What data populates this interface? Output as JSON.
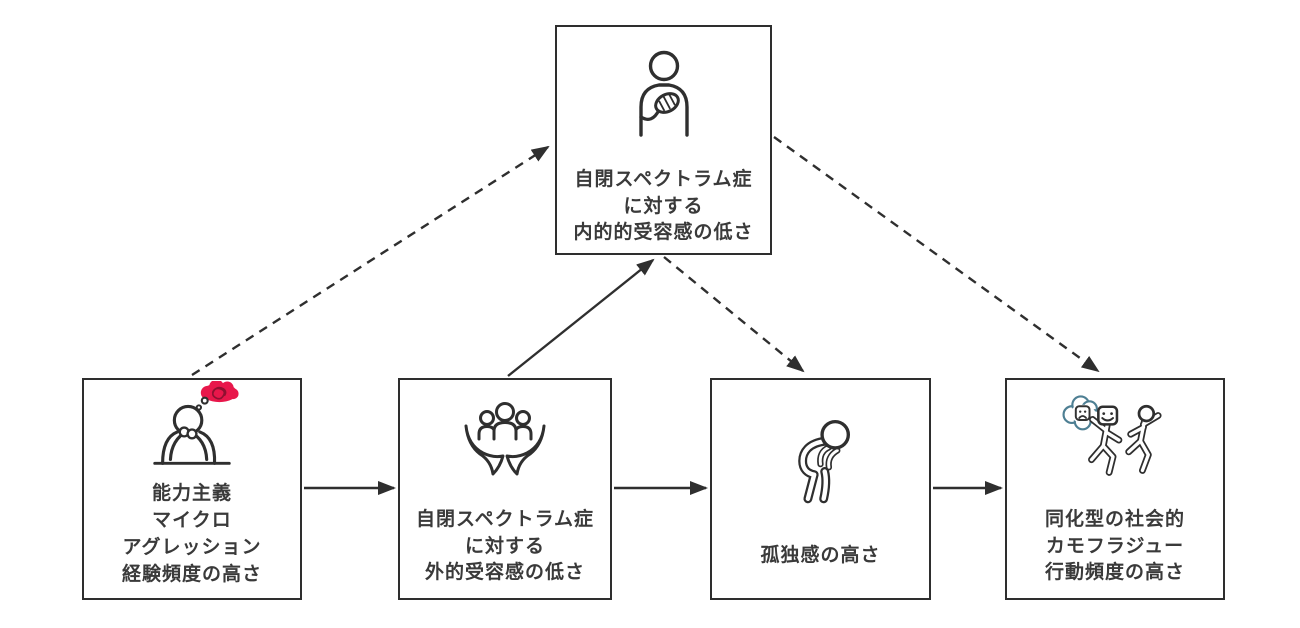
{
  "diagram": {
    "colors": {
      "background": "#ffffff",
      "line": "#2f2f2f",
      "box_border": "#2e2e2e",
      "text": "#3a3a3a",
      "cloud_red": "#e8174b",
      "cloud_red_scribble": "#8f1030",
      "bubble_teal": "#4e7f93"
    },
    "nodes": [
      {
        "id": "internal-acceptance",
        "icon": "person-hand-on-chest-icon",
        "label_lines": [
          "自閉スペクトラム症",
          "に対する",
          "内的的受容感の低さ"
        ]
      },
      {
        "id": "ableist-microaggression",
        "icon": "distressed-person-red-thought-icon",
        "label_lines": [
          "能力主義",
          "マイクロ",
          "アグレッション",
          "経験頻度の高さ"
        ]
      },
      {
        "id": "external-acceptance",
        "icon": "hands-holding-people-icon",
        "label_lines": [
          "自閉スペクトラム症",
          "に対する",
          "外的受容感の低さ"
        ]
      },
      {
        "id": "loneliness",
        "icon": "crouching-person-icon",
        "label_lines": [
          "孤独感の高さ"
        ]
      },
      {
        "id": "camouflage",
        "icon": "masked-dancers-icon",
        "label_lines": [
          "同化型の社会的",
          "カモフラジュー",
          "行動頻度の高さ"
        ]
      }
    ],
    "edges": [
      {
        "from": "ableist-microaggression",
        "to": "internal-acceptance",
        "style": "dashed"
      },
      {
        "from": "external-acceptance",
        "to": "internal-acceptance",
        "style": "solid"
      },
      {
        "from": "internal-acceptance",
        "to": "loneliness",
        "style": "dashed"
      },
      {
        "from": "internal-acceptance",
        "to": "camouflage",
        "style": "dashed"
      },
      {
        "from": "ableist-microaggression",
        "to": "external-acceptance",
        "style": "solid"
      },
      {
        "from": "external-acceptance",
        "to": "loneliness",
        "style": "solid"
      },
      {
        "from": "loneliness",
        "to": "camouflage",
        "style": "solid"
      }
    ]
  }
}
